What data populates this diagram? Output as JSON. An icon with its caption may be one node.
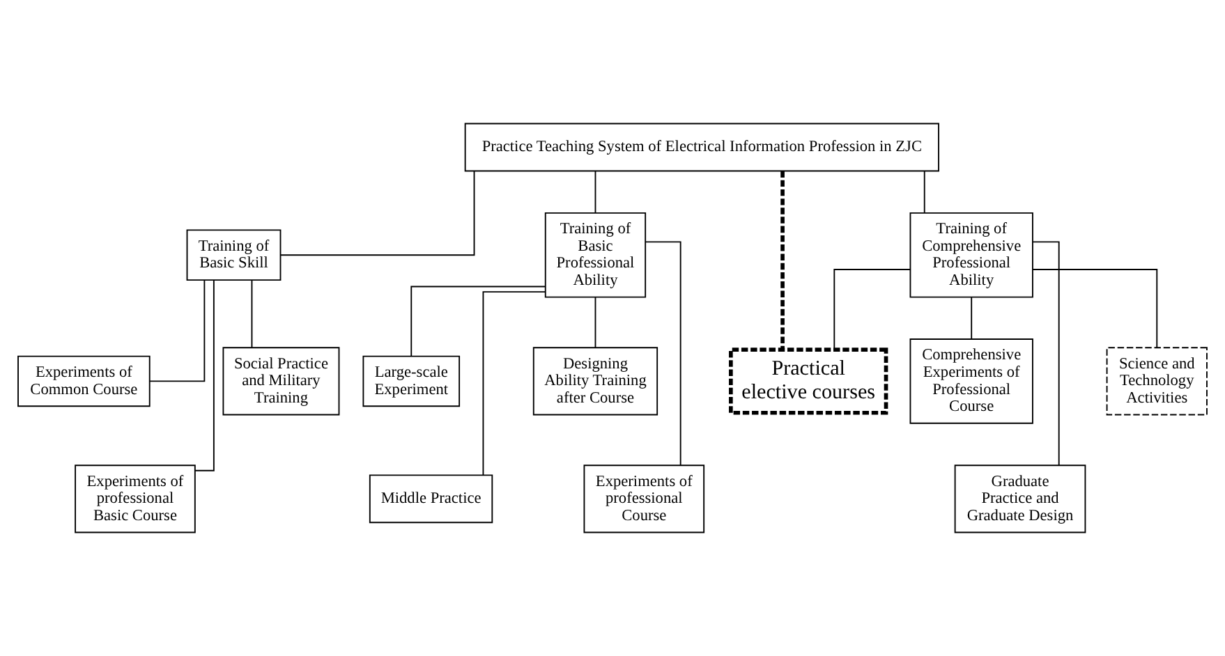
{
  "diagram": {
    "nodes": [
      {
        "text": [
          "Practice Teaching System of Electrical Information Profession in ZJC"
        ]
      },
      {
        "text": [
          "Training of Basic Skill"
        ]
      },
      {
        "text": [
          "Training of Basic Professional Ability"
        ]
      },
      {
        "text": [
          "Training of Comprehensive Professional Ability"
        ]
      },
      {
        "text": [
          "Practical elective courses"
        ]
      },
      {
        "text": [
          "Experiments of Common Course"
        ]
      },
      {
        "text": [
          "Experiments of professional Basic Course"
        ]
      },
      {
        "text": [
          "Social Practice and Military Training"
        ]
      },
      {
        "text": [
          "Large-scale Experiment"
        ]
      },
      {
        "text": [
          "Middle Practice"
        ]
      },
      {
        "text": [
          "Designing Ability Training after Course"
        ]
      },
      {
        "text": [
          "Experiments of professional Course"
        ]
      },
      {
        "text": [
          "Comprehensive Experiments of Professional Course"
        ]
      },
      {
        "text": [
          "Graduate Practice and Graduate Design"
        ]
      },
      {
        "text": [
          "Science and Technology Activities"
        ]
      }
    ],
    "edges": [
      {
        "from": 0,
        "to": 1,
        "arrow": "none"
      },
      {
        "from": 0,
        "to": 2,
        "arrow": "none"
      },
      {
        "from": 0,
        "to": 3,
        "arrow": "none"
      },
      {
        "from": 0,
        "to": 4,
        "arrow": "none",
        "style": "dashed"
      },
      {
        "from": 1,
        "to": 5,
        "arrow": "none"
      },
      {
        "from": 1,
        "to": 6,
        "arrow": "none"
      },
      {
        "from": 1,
        "to": 7,
        "arrow": "none"
      },
      {
        "from": 2,
        "to": 8,
        "arrow": "none"
      },
      {
        "from": 2,
        "to": 9,
        "arrow": "none"
      },
      {
        "from": 2,
        "to": 10,
        "arrow": "none"
      },
      {
        "from": 2,
        "to": 11,
        "arrow": "none"
      },
      {
        "from": 3,
        "to": 12,
        "arrow": "none"
      },
      {
        "from": 3,
        "to": 13,
        "arrow": "none"
      },
      {
        "from": 3,
        "to": 14,
        "arrow": "none"
      },
      {
        "from": 3,
        "to": 4,
        "arrow": "none"
      }
    ]
  }
}
